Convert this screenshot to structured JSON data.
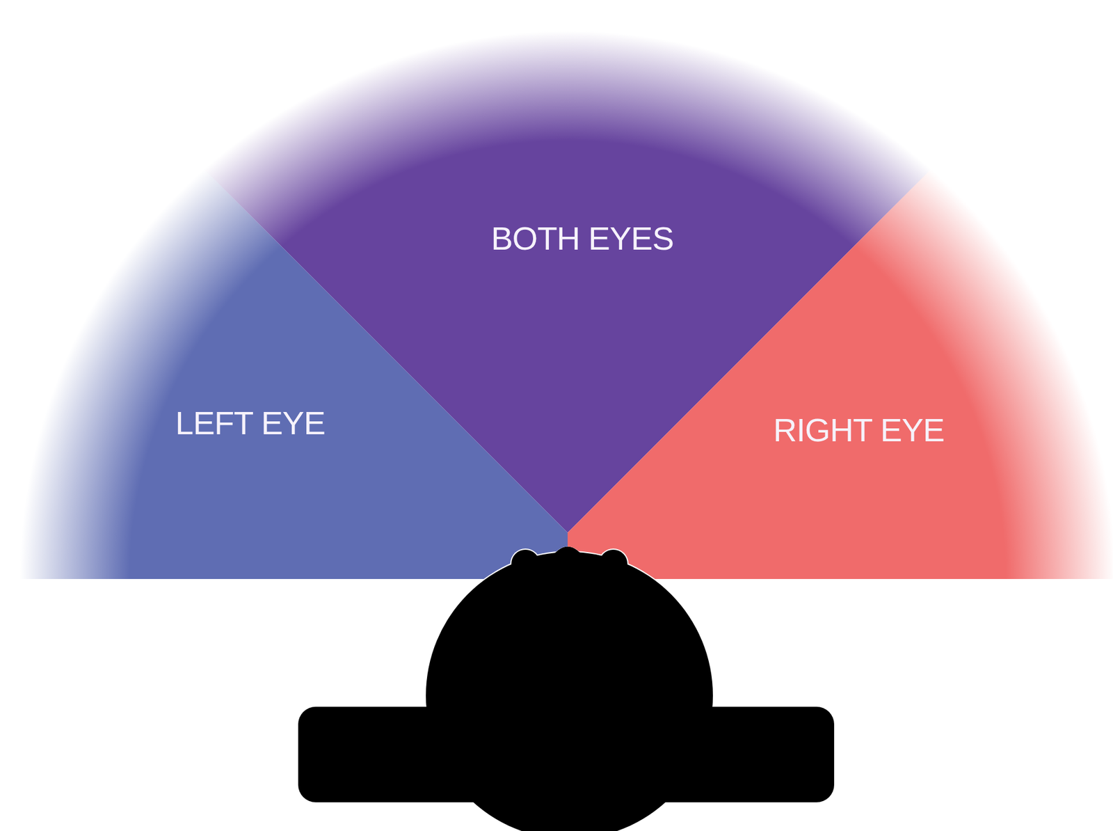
{
  "diagram": {
    "nodes": [
      {
        "text": [
          "BOTH EYES"
        ]
      },
      {
        "text": [
          "LEFT EYE"
        ]
      },
      {
        "text": [
          "RIGHT EYE"
        ]
      }
    ]
  }
}
